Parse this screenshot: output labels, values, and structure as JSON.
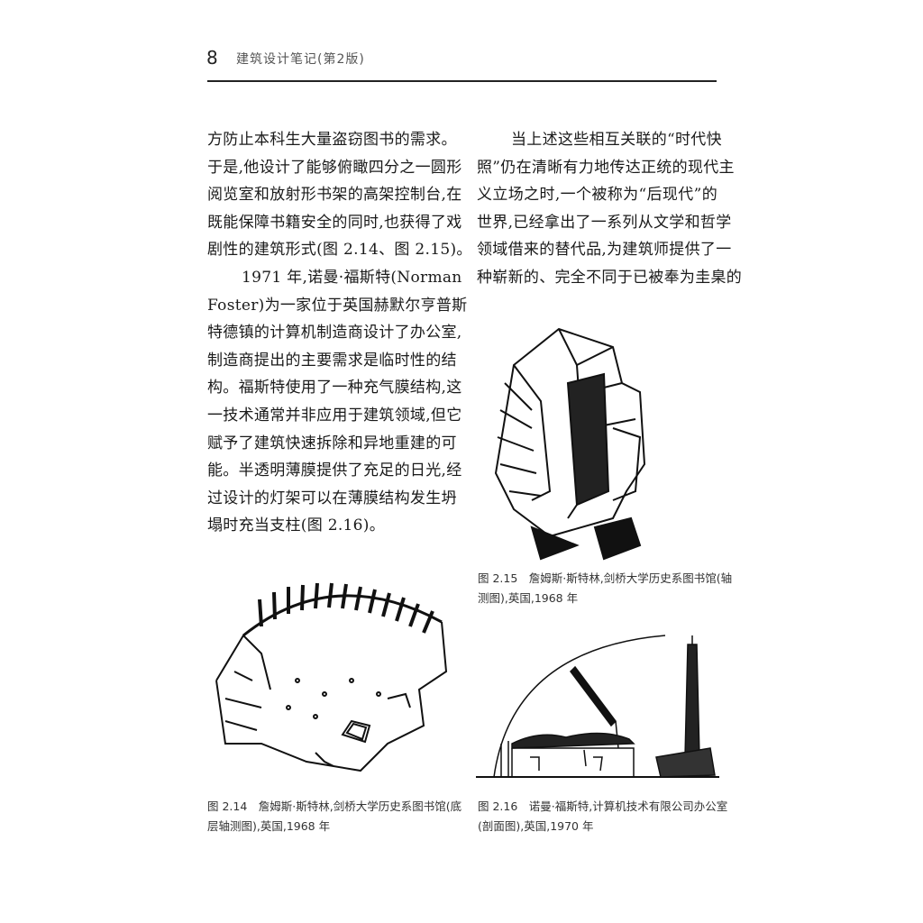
{
  "header": {
    "page_number": "8",
    "book_title": "建筑设计笔记(第2版)"
  },
  "left_column": {
    "lines": [
      "方防止本科生大量盗窃图书的需求。",
      "于是,他设计了能够俯瞰四分之一圆形",
      "阅览室和放射形书架的高架控制台,在",
      "既能保障书籍安全的同时,也获得了戏",
      "剧性的建筑形式(图 2.14、图 2.15)。",
      "1971 年,诺曼·福斯特(Norman",
      "Foster)为一家位于英国赫默尔亨普斯",
      "特德镇的计算机制造商设计了办公室,",
      "制造商提出的主要需求是临时性的结",
      "构。福斯特使用了一种充气膜结构,这",
      "一技术通常并非应用于建筑领域,但它",
      "赋予了建筑快速拆除和异地重建的可",
      "能。半透明薄膜提供了充足的日光,经",
      "过设计的灯架可以在薄膜结构发生坍",
      "塌时充当支柱(图 2.16)。"
    ]
  },
  "right_column": {
    "lines": [
      "当上述这些相互关联的“时代快",
      "照”仍在清晰有力地传达正统的现代主",
      "义立场之时,一个被称为“后现代”的",
      "世界,已经拿出了一系列从文学和哲学",
      "领域借来的替代品,为建筑师提供了一",
      "种崭新的、完全不同于已被奉为圭臬的"
    ]
  },
  "captions": {
    "fig_2_15": [
      "图 2.15　詹姆斯·斯特林,剑桥大学历史系图书馆(轴",
      "测图),英国,1968 年"
    ],
    "fig_2_14": [
      "图 2.14　詹姆斯·斯特林,剑桥大学历史系图书馆(底",
      "层轴测图),英国,1968 年"
    ],
    "fig_2_16": [
      "图 2.16　诺曼·福斯特,计算机技术有限公司办公室",
      "(剖面图),英国,1970 年"
    ]
  }
}
